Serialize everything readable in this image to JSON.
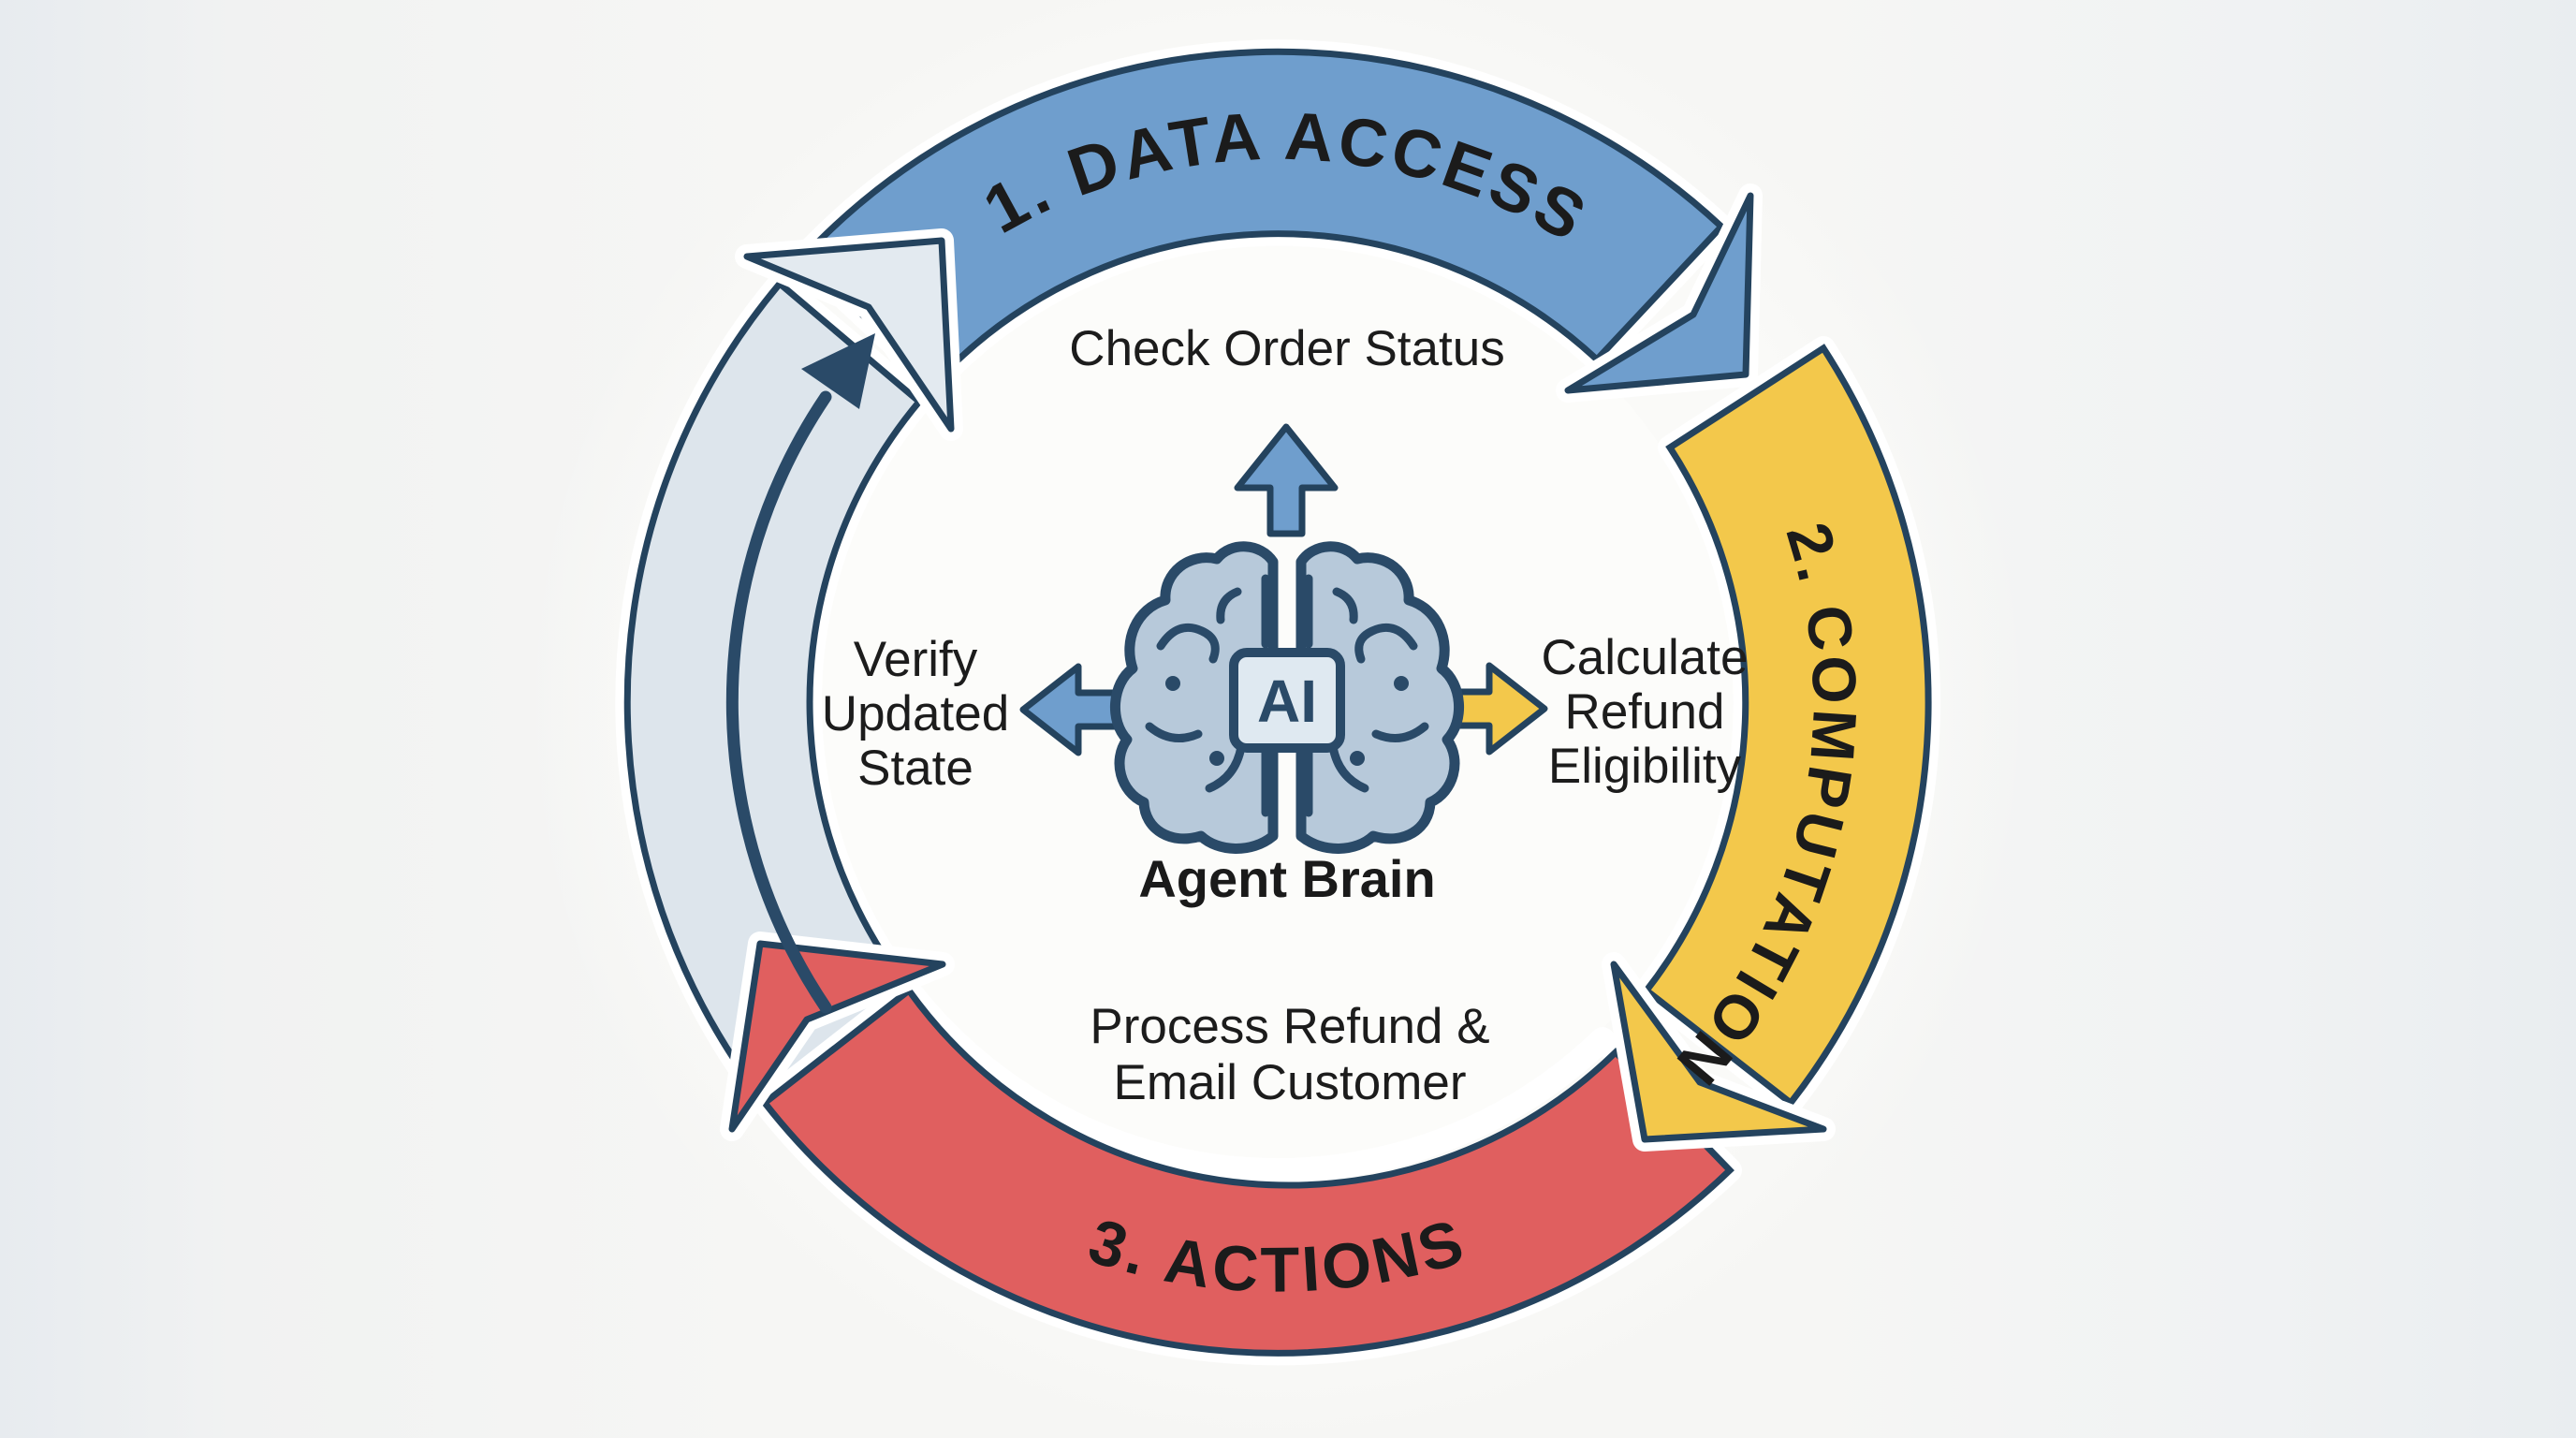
{
  "diagram": {
    "kind": "agent-loop-cycle",
    "center": {
      "chip_label": "AI",
      "caption": "Agent Brain"
    },
    "cycle": {
      "step1": {
        "label": "1. DATA ACCESS",
        "task": "Check Order Status"
      },
      "step2": {
        "label": "2. COMPUTATION",
        "task_lines": [
          "Calculate",
          "Refund",
          "Eligibility"
        ]
      },
      "step3": {
        "label": "3. ACTIONS",
        "task_lines": [
          "Process Refund &",
          "Email Customer"
        ]
      },
      "feedback": {
        "task_lines": [
          "Verify",
          "Updated",
          "State"
        ]
      }
    },
    "colors": {
      "data_access_blue": "#6f9ecd",
      "computation_yellow": "#f3c84b",
      "actions_red": "#e05f5f",
      "feedback_gray": "#dde5ec",
      "outline_navy": "#24435e",
      "brain_fill": "#b7c9da",
      "chip_fill": "#dfe9f1",
      "inner_circle": "#fcfcfa",
      "background": "#f4f4f2",
      "text_dark": "#1c1c1c"
    }
  }
}
